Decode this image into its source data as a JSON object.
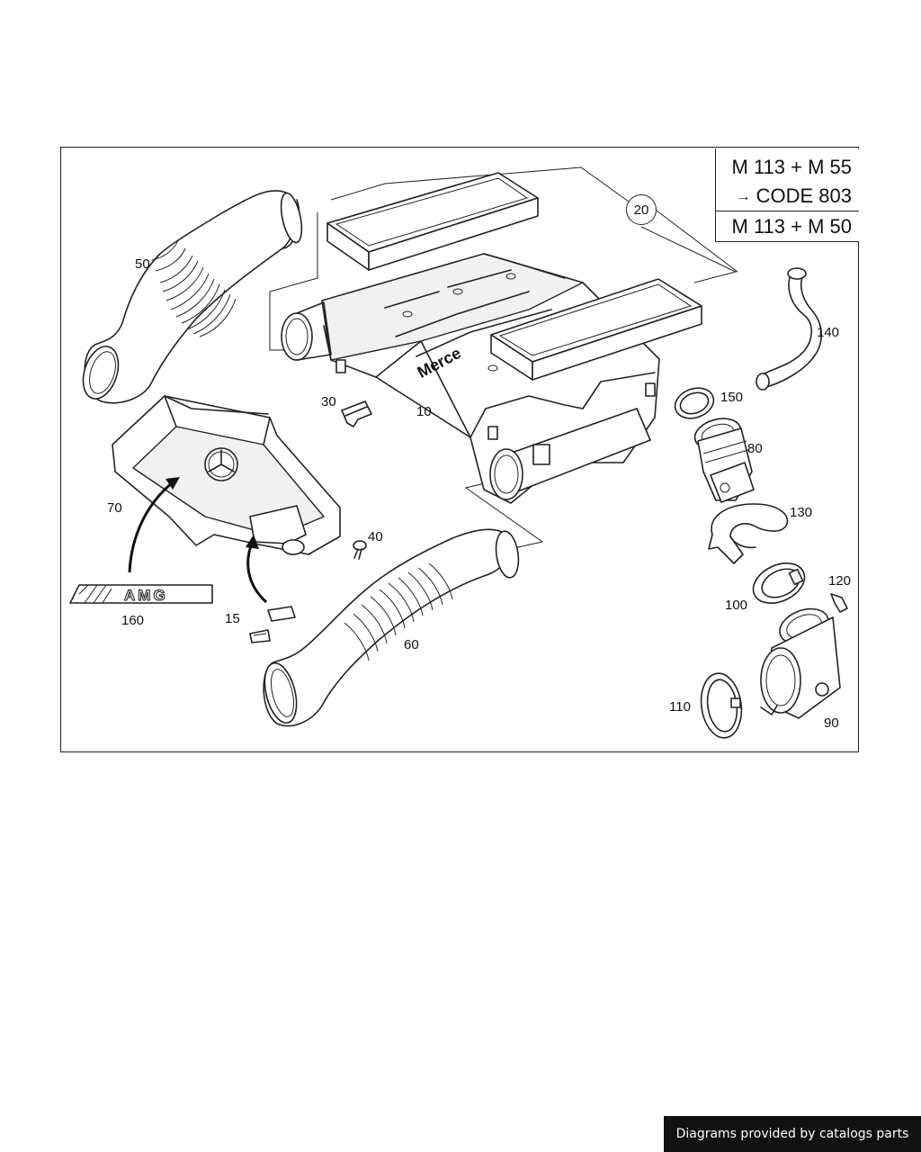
{
  "legend": {
    "row1": "M 113 + M 55",
    "row2_arrow": "→",
    "row2_text": "CODE 803",
    "row3": "M 113 + M 50"
  },
  "callouts": {
    "c10": "10",
    "c15": "15",
    "c20": "20",
    "c30": "30",
    "c40": "40",
    "c50": "50",
    "c60": "60",
    "c70": "70",
    "c80": "80",
    "c90": "90",
    "c100": "100",
    "c110": "110",
    "c120": "120",
    "c130": "130",
    "c140": "140",
    "c150": "150",
    "c160": "160"
  },
  "labels": {
    "housing_text": "Merce",
    "emblem_text": "AMG"
  },
  "footer": {
    "text": "Diagrams provided by catalogs parts"
  },
  "colors": {
    "line": "#222222",
    "footer_bg": "#111111",
    "footer_fg": "#ffffff"
  }
}
